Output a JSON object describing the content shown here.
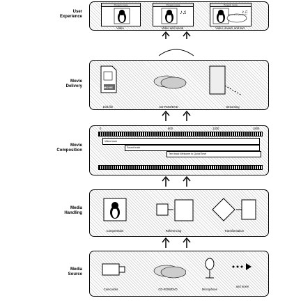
{
  "layers": [
    {
      "label_line1": "User",
      "label_line2": "Experience",
      "captions": [
        "Video",
        "Video and sound",
        "Video, sound, and text"
      ],
      "window_title": "Penguin movie"
    },
    {
      "label_line1": "Movie",
      "label_line2": "Delivery",
      "captions": [
        "Disk file",
        "CD-ROM/DVD",
        "Streaming"
      ],
      "file_tag": "MOVIE"
    },
    {
      "label_line1": "Movie",
      "label_line2": "Composition",
      "ruler": [
        "0",
        "600",
        "1200",
        "1800"
      ],
      "tracks": [
        "Video track",
        "Sound track",
        "Text track"
      ],
      "text_track_value": "Welcome to QuickTime!"
    },
    {
      "label_line1": "Media",
      "label_line2": "Handling",
      "captions": [
        "Compression",
        "Referencing",
        "Transformation"
      ]
    },
    {
      "label_line1": "Media",
      "label_line2": "Source",
      "captions": [
        "Camcorder",
        "CD-ROM/DVD",
        "Microphone",
        "and more!"
      ]
    }
  ],
  "balloon_text": "welcome to QuickTime!"
}
